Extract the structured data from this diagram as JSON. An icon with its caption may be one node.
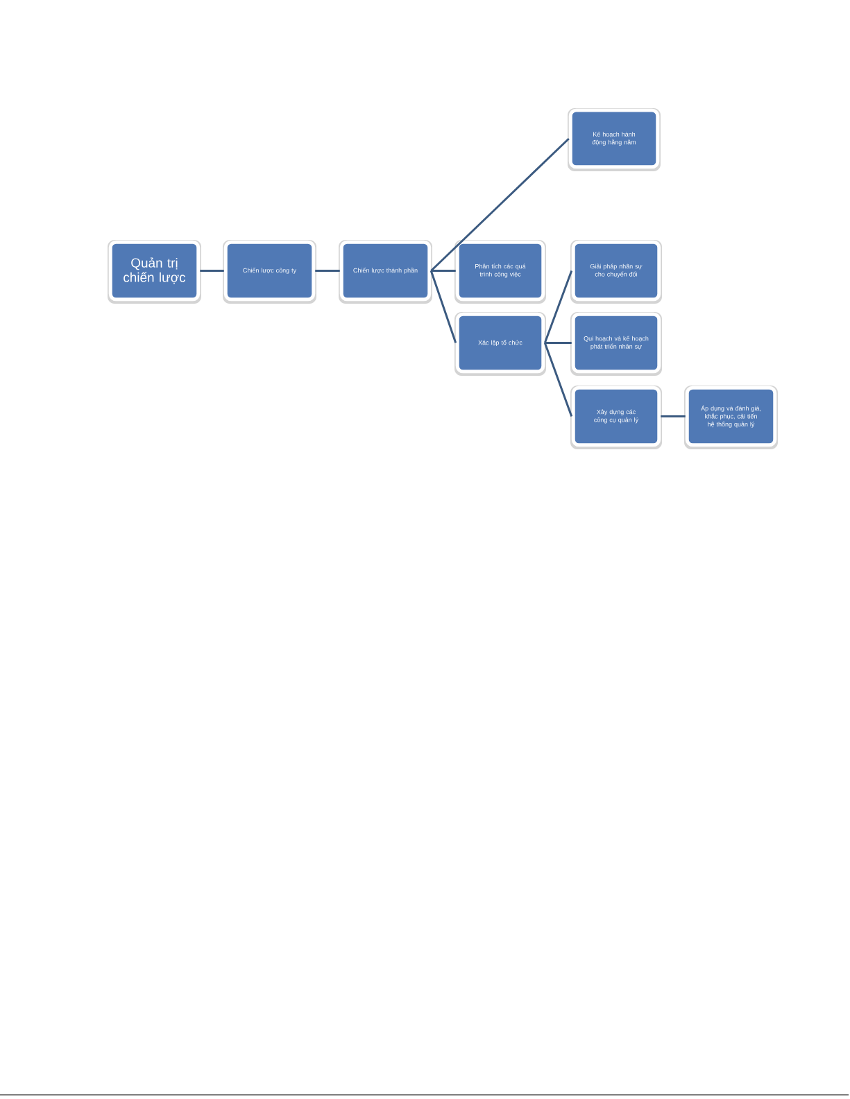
{
  "diagram": {
    "nodes": [
      {
        "text": [
          "Quản trị chiến lược"
        ]
      },
      {
        "text": [
          "Chiến lược công ty"
        ]
      },
      {
        "text": [
          "Chiến lược thành phần"
        ]
      },
      {
        "text": [
          "Kế hoạch hành động hằng năm"
        ]
      },
      {
        "text": [
          "Phân tích các quá trình công việc"
        ]
      },
      {
        "text": [
          "Xác lập tổ chức"
        ]
      },
      {
        "text": [
          "Giải pháp nhân sự cho chuyển đổi"
        ]
      },
      {
        "text": [
          "Qui hoạch và kế hoạch phát triển nhân sự"
        ]
      },
      {
        "text": [
          "Xây dựng các công cụ quản lý"
        ]
      },
      {
        "text": [
          "Áp dụng và đánh giá, khắc phục, cải tiến hệ thống quản lý"
        ]
      }
    ],
    "edges": [
      {
        "from": 0,
        "to": 1,
        "arrow": "none"
      },
      {
        "from": 1,
        "to": 2,
        "arrow": "none"
      },
      {
        "from": 2,
        "to": 3,
        "arrow": "none"
      },
      {
        "from": 2,
        "to": 4,
        "arrow": "none"
      },
      {
        "from": 2,
        "to": 5,
        "arrow": "none"
      },
      {
        "from": 5,
        "to": 6,
        "arrow": "none"
      },
      {
        "from": 5,
        "to": 7,
        "arrow": "none"
      },
      {
        "from": 5,
        "to": 8,
        "arrow": "none"
      },
      {
        "from": 8,
        "to": 9,
        "arrow": "none"
      }
    ]
  }
}
